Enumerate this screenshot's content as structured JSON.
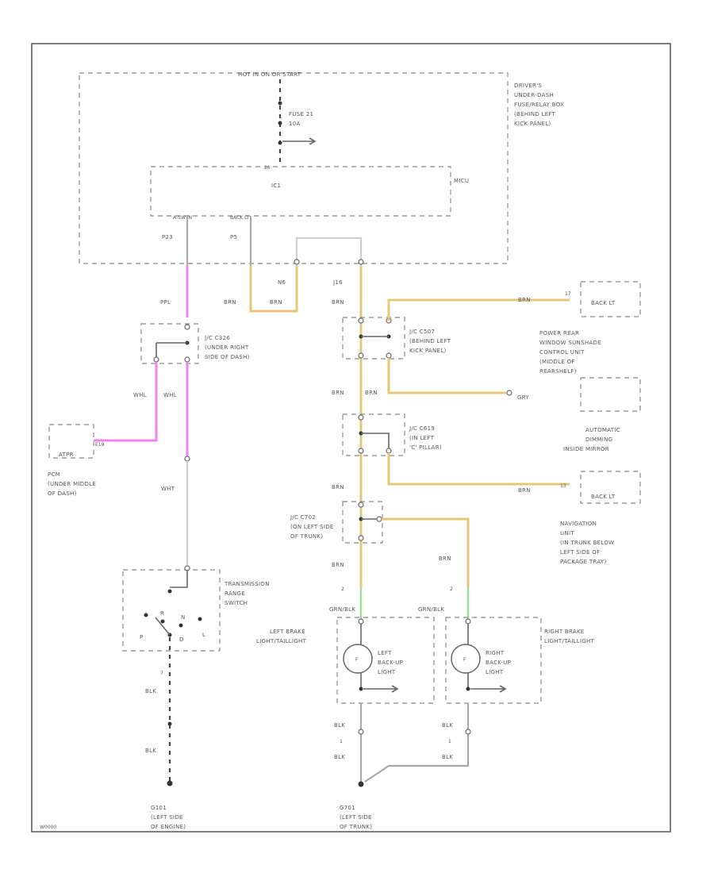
{
  "frame": {
    "code": "W0000"
  },
  "fuse_box": {
    "hot": "HOT IN ON OR START",
    "fuse_name": "FUSE 21",
    "fuse_amp": "10A",
    "location": [
      "DRIVER'S",
      "UNDER-DASH",
      "FUSE/RELAY BOX",
      "(BEHIND LEFT",
      "KICK PANEL)"
    ],
    "ic_pin": "26",
    "ic_label": "IC1",
    "ic_right": "MICU",
    "out_left": "A-SW IN",
    "out_right": "BACK LT",
    "pin_left": "P23",
    "pin_right": "P5",
    "conn_n6": "N6",
    "conn_j16": "J16"
  },
  "wires": {
    "ppl": "PPL",
    "brn": "BRN",
    "whl": "WHL",
    "wht": "WHT",
    "gry": "GRY",
    "blk": "BLK",
    "grnblk": "GRN/BLK"
  },
  "junctions": {
    "c326": [
      "J/C C326",
      "(UNDER RIGHT",
      "SIDE OF DASH)"
    ],
    "c507": [
      "J/C C507",
      "(BEHIND LEFT",
      "KICK PANEL)"
    ],
    "c619": [
      "J/C C619",
      "(IN LEFT",
      "'C' PILLAR)"
    ],
    "c702": [
      "J/C C702",
      "(ON LEFT SIDE",
      "OF TRUNK)"
    ]
  },
  "pcm": {
    "box": "ATPR",
    "pin": "E19",
    "location": [
      "PCM",
      "(UNDER MIDDLE",
      "OF DASH)"
    ]
  },
  "trs": {
    "label": [
      "TRANSMISSION",
      "RANGE",
      "SWITCH"
    ],
    "positions": [
      "P",
      "R",
      "N",
      "D",
      "L"
    ],
    "pin": "7"
  },
  "right_side": {
    "back_lt_1": "BACK LT",
    "back_lt_2": "BACK LT",
    "pin_a": "17",
    "pin_b": "13",
    "power_rear": [
      "POWER REAR",
      "WINDOW SUNSHADE",
      "CONTROL UNIT",
      "(MIDDLE OF",
      "REARSHELF)"
    ],
    "mirror": [
      "AUTOMATIC",
      "DIMMING",
      "INSIDE MIRROR"
    ],
    "navi": [
      "NAVIGATION",
      "UNIT",
      "(IN TRUNK BELOW",
      "LEFT SIDE OF",
      "PACKAGE TRAY)"
    ]
  },
  "lights": {
    "left_group": [
      "LEFT BRAKE",
      "LIGHT/TAILLIGHT"
    ],
    "right_group": [
      "RIGHT BRAKE",
      "LIGHT/TAILLIGHT"
    ],
    "left_lamp": [
      "LEFT",
      "BACK-UP",
      "LIGHT"
    ],
    "right_lamp": [
      "RIGHT",
      "BACK-UP",
      "LIGHT"
    ],
    "pin": "2",
    "pin_bot": "1"
  },
  "grounds": {
    "g101": [
      "G101",
      "(LEFT SIDE",
      "OF ENGINE)"
    ],
    "g701": [
      "G701",
      "(LEFT SIDE",
      "OF TRUNK)"
    ]
  }
}
